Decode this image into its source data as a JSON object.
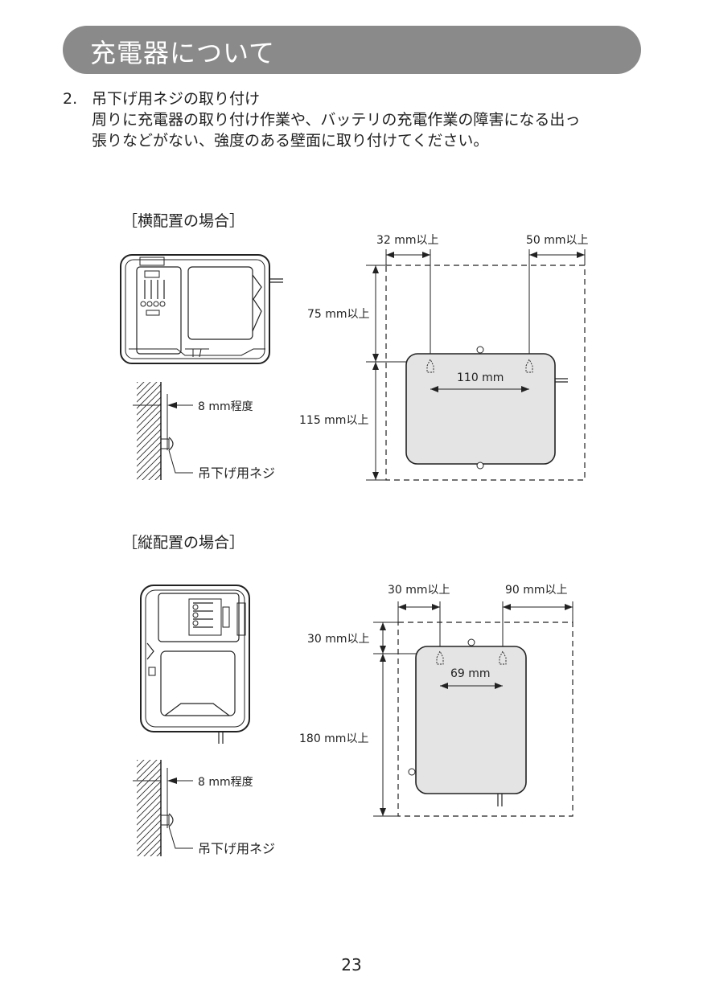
{
  "header": {
    "title": "充電器について"
  },
  "instruction": {
    "number": "2.",
    "heading": "吊下げ用ネジの取り付け",
    "line1": "周りに充電器の取り付け作業や、バッテリの充電作業の障害になる出っ",
    "line2": "張りなどがない、強度のある壁面に取り付けてください。"
  },
  "horizontal": {
    "label": "［横配置の場合］",
    "left_margin": "32 mm以上",
    "right_margin": "50 mm以上",
    "top_margin": "75 mm以上",
    "height": "115 mm以上",
    "screw_spacing": "110 mm",
    "screw_depth": "8 mm程度",
    "screw_label": "吊下げ用ネジ"
  },
  "vertical": {
    "label": "［縦配置の場合］",
    "left_margin": "30 mm以上",
    "right_margin": "90 mm以上",
    "top_margin": "30 mm以上",
    "height": "180 mm以上",
    "screw_spacing": "69 mm",
    "screw_depth": "8 mm程度",
    "screw_label": "吊下げ用ネジ"
  },
  "page": {
    "number": "23"
  }
}
